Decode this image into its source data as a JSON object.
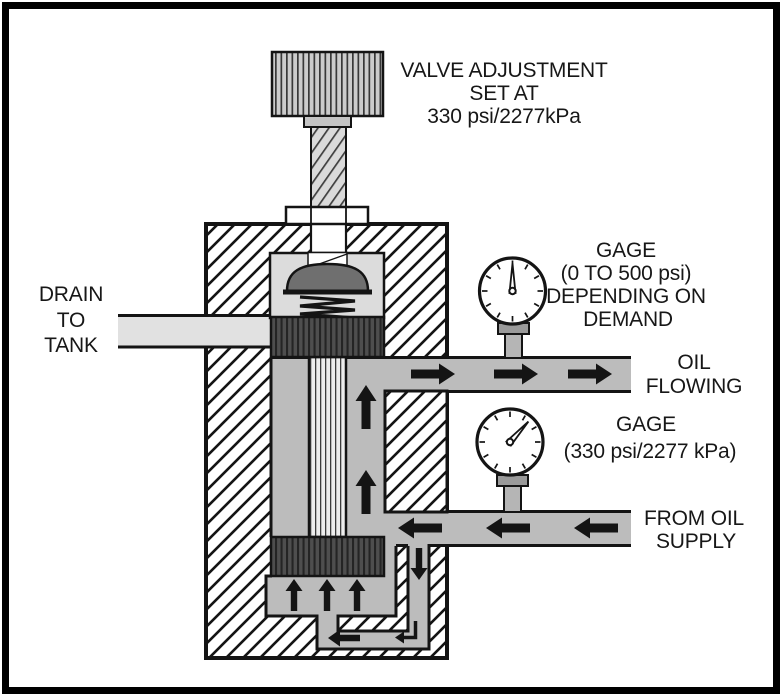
{
  "figure": {
    "kind": "pressure-relief-valve-cutaway-diagram",
    "set_pressure": "330 psi/2277kPa",
    "gage_demand_range": "0 TO 500 psi",
    "gage_supply_reading": "330 psi/2277 kPa"
  },
  "labels": {
    "valve_adjustment": {
      "line1": "VALVE ADJUSTMENT",
      "line2": "SET AT",
      "line3": "330 psi/2277kPa"
    },
    "drain": {
      "line1": "DRAIN",
      "line2": "TO",
      "line3": "TANK"
    },
    "gage_demand": {
      "line1": "GAGE",
      "line2": "(0 TO 500 psi)",
      "line3": "DEPENDING ON",
      "line4": "DEMAND"
    },
    "oil_flowing": {
      "line1": "OIL",
      "line2": "FLOWING"
    },
    "gage_supply": {
      "line1": "GAGE",
      "line2": "(330 psi/2277 kPa)"
    },
    "from_supply": {
      "line1": "FROM OIL",
      "line2": "SUPPLY"
    }
  },
  "colors": {
    "outline": "#111111",
    "oil_passage": "#bcbcbc",
    "drain_passage": "#e1e1e1",
    "spring_chamber": "#dcdcdc",
    "poppet": "#6f6f6f",
    "knob": "#cbcbcb",
    "spool_land": "#4e4e4e",
    "background": "#ffffff"
  }
}
